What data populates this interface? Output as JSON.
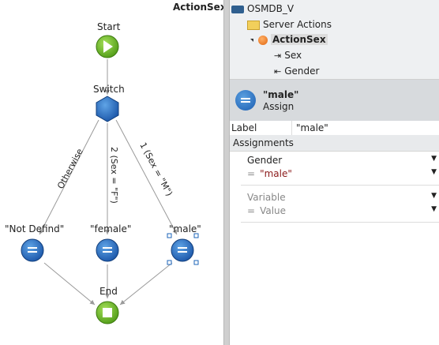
{
  "canvas": {
    "title": "ActionSex",
    "nodes": {
      "start": "Start",
      "switch": "Switch",
      "not_defind": "\"Not Defind\"",
      "female": "\"female\"",
      "male": "\"male\"",
      "end": "End"
    },
    "edges": {
      "otherwise": "Otherwise",
      "cond2": "2 (Sex = \"F\")",
      "cond1": "1 (Sex = \"M\")"
    }
  },
  "tree": {
    "module": "OSMDB_V",
    "folder": "Server Actions",
    "action": "ActionSex",
    "input_param": "Sex",
    "output_param": "Gender"
  },
  "properties": {
    "title": "\"male\"",
    "subtitle": "Assign",
    "label_key": "Label",
    "label_value": "\"male\"",
    "section": "Assignments",
    "assignments": [
      {
        "variable": "Gender",
        "equals": "=",
        "value": "\"male\""
      },
      {
        "variable": "Variable",
        "equals": "=",
        "value": "Value"
      }
    ]
  },
  "colors": {
    "start_green": "#6abf2a",
    "end_green": "#6abf2a",
    "node_blue": "#1e64b8",
    "string_red": "#8b1a1a"
  }
}
